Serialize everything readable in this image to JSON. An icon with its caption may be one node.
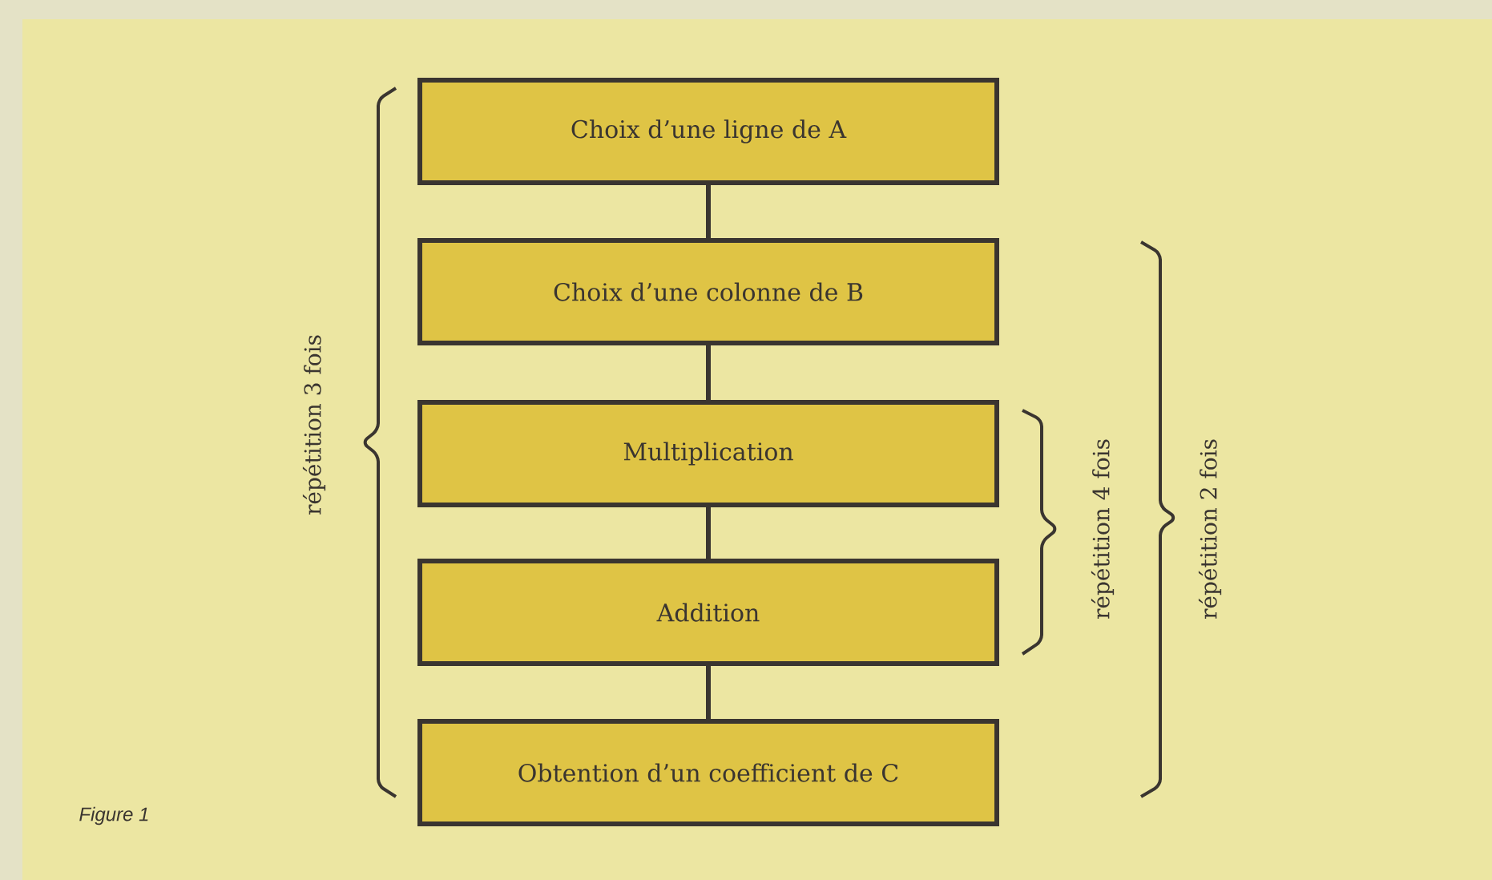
{
  "diagram": {
    "caption": "Figure 1",
    "nodes": [
      {
        "text": [
          "Choix d’une ligne de A"
        ]
      },
      {
        "text": [
          "Choix d’une colonne de B"
        ]
      },
      {
        "text": [
          "Multiplication"
        ]
      },
      {
        "text": [
          "Addition"
        ]
      },
      {
        "text": [
          "Obtention d’un coefficient de C"
        ]
      }
    ],
    "edges": [
      {
        "from": 0,
        "to": 1,
        "arrow": "none"
      },
      {
        "from": 1,
        "to": 2,
        "arrow": "none"
      },
      {
        "from": 2,
        "to": 3,
        "arrow": "none"
      },
      {
        "from": 3,
        "to": 4,
        "arrow": "none"
      }
    ],
    "labels": [
      "répétition 3 fois",
      "répétition 4 fois",
      "répétition 2 fois"
    ]
  }
}
